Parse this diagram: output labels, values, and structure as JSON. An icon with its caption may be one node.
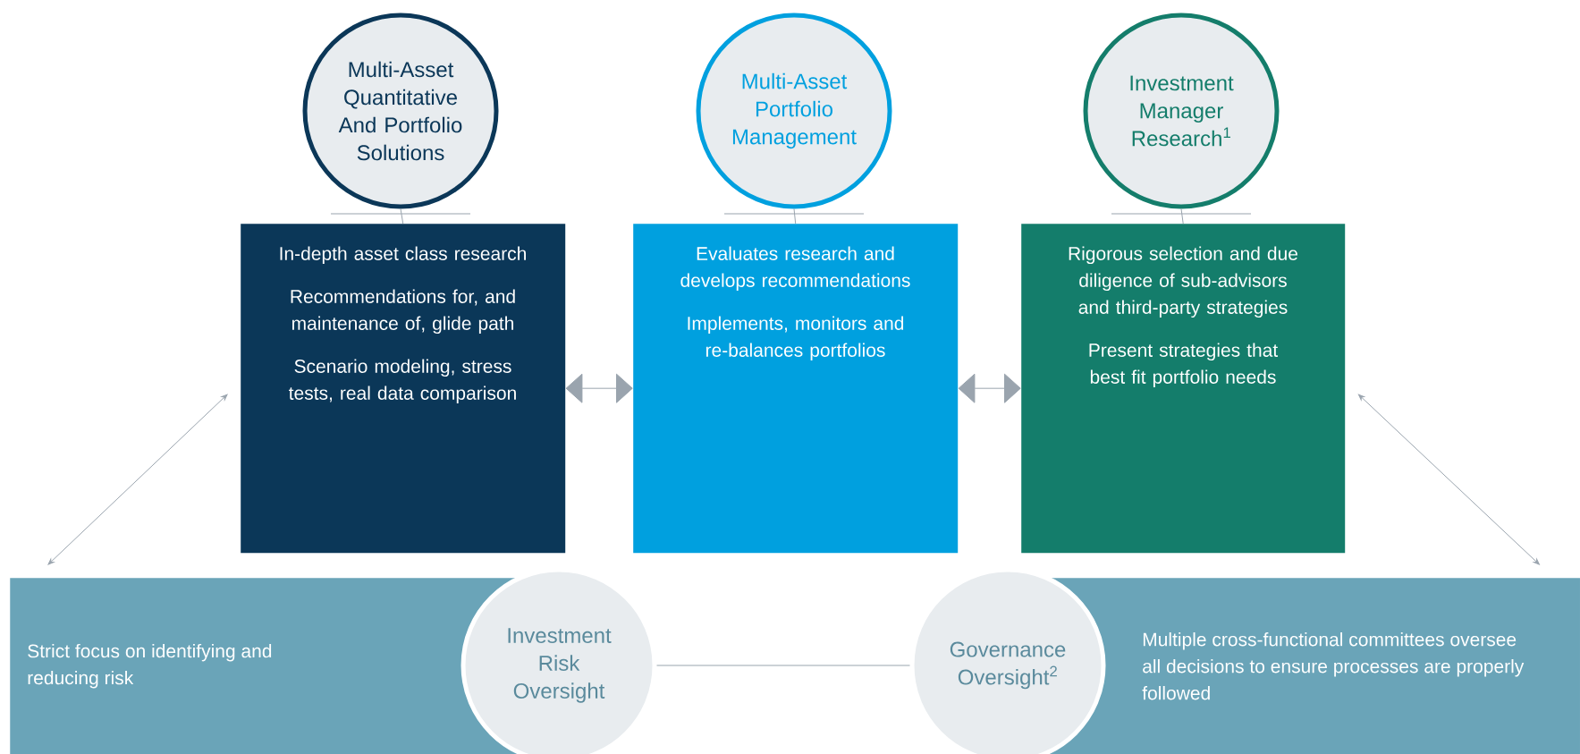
{
  "diagram": {
    "nodes": [
      {
        "text": [
          "Multi-Asset Quantitative And Portfolio Solutions"
        ]
      },
      {
        "text": [
          "Multi-Asset Portfolio Management"
        ]
      },
      {
        "text": [
          "Investment Manager Research$^{1}$"
        ]
      },
      {
        "text": [
          "In-depth asset class research",
          "Recommendations for, and maintenance of, glide path",
          "Scenario modeling, stress tests, real data comparison"
        ]
      },
      {
        "text": [
          "Evaluates research and develops recommendations",
          "Implements, monitors and re-balances portfolios"
        ]
      },
      {
        "text": [
          "Rigorous selection and due diligence of sub-advisors and third-party strategies",
          "Present strategies that best fit portfolio needs"
        ]
      },
      {
        "text": [
          "Strict focus on identifying and reducing risk"
        ]
      },
      {
        "text": [
          "Investment Risk Oversight"
        ]
      },
      {
        "text": [
          "Governance Oversight$^{2}$"
        ]
      },
      {
        "text": [
          "Multiple cross-functional committees oversee all decisions to ensure processes are properly followed"
        ]
      }
    ],
    "edges": [
      {
        "from": 0,
        "to": 3,
        "arrow": "none"
      },
      {
        "from": 1,
        "to": 4,
        "arrow": "none"
      },
      {
        "from": 2,
        "to": 5,
        "arrow": "none"
      },
      {
        "from": 3,
        "to": 4,
        "arrow": "both"
      },
      {
        "from": 4,
        "to": 5,
        "arrow": "both"
      },
      {
        "from": 3,
        "to": 6,
        "arrow": "both"
      },
      {
        "from": 5,
        "to": 9,
        "arrow": "both"
      },
      {
        "from": 7,
        "to": 8,
        "arrow": "none"
      }
    ]
  }
}
